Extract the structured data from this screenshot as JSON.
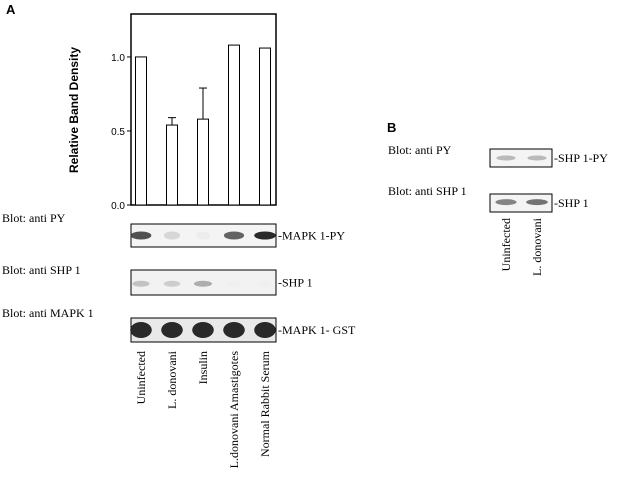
{
  "panel_a": {
    "label": "A",
    "blots": [
      {
        "title": "Blot: anti PY",
        "band_label": "-MAPK 1-PY",
        "intensities": [
          0.85,
          0.35,
          0.15,
          0.8,
          0.95
        ]
      },
      {
        "title": "Blot: anti SHP 1",
        "band_label": "-SHP 1",
        "intensities": [
          0.45,
          0.4,
          0.55,
          0.05,
          0.05
        ]
      },
      {
        "title": "Blot: anti MAPK 1",
        "band_label": "-MAPK 1- GST",
        "intensities": [
          0.95,
          0.95,
          0.95,
          0.95,
          0.95
        ]
      }
    ],
    "lane_labels": [
      "Uninfected",
      "L. donovani",
      "Insulin",
      "L.donovani Amastigotes",
      "Normal Rabbit Serum"
    ]
  },
  "panel_b": {
    "label": "B",
    "blots": [
      {
        "title": "Blot: anti PY",
        "band_label": "-SHP 1-PY",
        "intensities": [
          0.5,
          0.5
        ]
      },
      {
        "title": "Blot: anti SHP 1",
        "band_label": "-SHP 1",
        "intensities": [
          0.7,
          0.75
        ]
      }
    ],
    "lane_labels": [
      "Uninfected",
      "L. donovani"
    ]
  },
  "chart_data": {
    "type": "bar",
    "categories": [
      "Uninfected",
      "L. donovani",
      "Insulin",
      "L.donovani Amastigotes",
      "Normal Rabbit Serum"
    ],
    "values": [
      1.0,
      0.54,
      0.58,
      1.08,
      1.06
    ],
    "errors": [
      0,
      0.05,
      0.21,
      0,
      0
    ],
    "ylabel": "Relative Band Density",
    "ylim": [
      0,
      1.29
    ],
    "yticks": [
      "0.0",
      "0.5",
      "1.0"
    ],
    "ytick_values": [
      0,
      0.5,
      1.0
    ],
    "bar_fill": "#ffffff",
    "bar_stroke": "#000000"
  }
}
